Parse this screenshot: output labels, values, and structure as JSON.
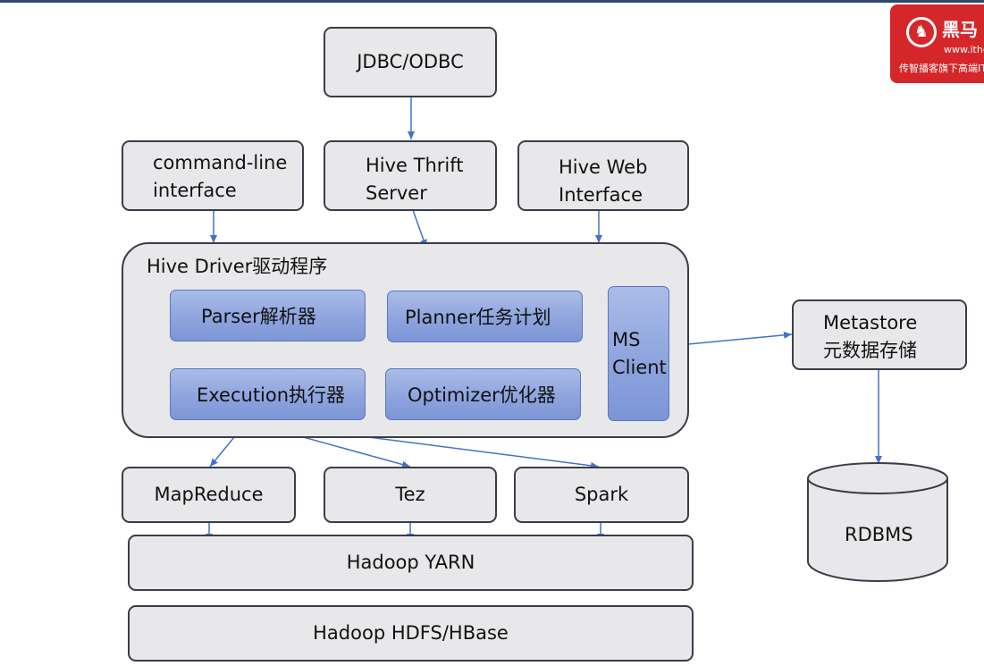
{
  "nodes": {
    "jdbc": "JDBC/ODBC",
    "cli": [
      "command-line",
      "interface"
    ],
    "thrift": [
      "Hive Thrift",
      "Server"
    ],
    "web": [
      "Hive Web",
      "Interface"
    ],
    "driver": "Hive Driver驱动程序",
    "parser": "Parser解析器",
    "planner": "Planner任务计划",
    "execution": "Execution执行器",
    "optimizer": "Optimizer优化器",
    "ms_client": [
      "MS",
      "Client"
    ],
    "metastore": [
      "Metastore",
      "元数据存储"
    ],
    "mapreduce": "MapReduce",
    "tez": "Tez",
    "spark": "Spark",
    "yarn": "Hadoop YARN",
    "hdfs": "Hadoop HDFS/HBase",
    "rdbms": "RDBMS"
  },
  "logo": {
    "name": "黑马",
    "url": "www.itheima.com",
    "tagline": "传智播客旗下高端IT教育品牌"
  },
  "colors": {
    "arrow": "#4472c4",
    "box_fill": "#e8e8ea",
    "box_border": "#3c3c48",
    "inner_fill": "#8ea4de",
    "logo_red": "#d5262a"
  }
}
